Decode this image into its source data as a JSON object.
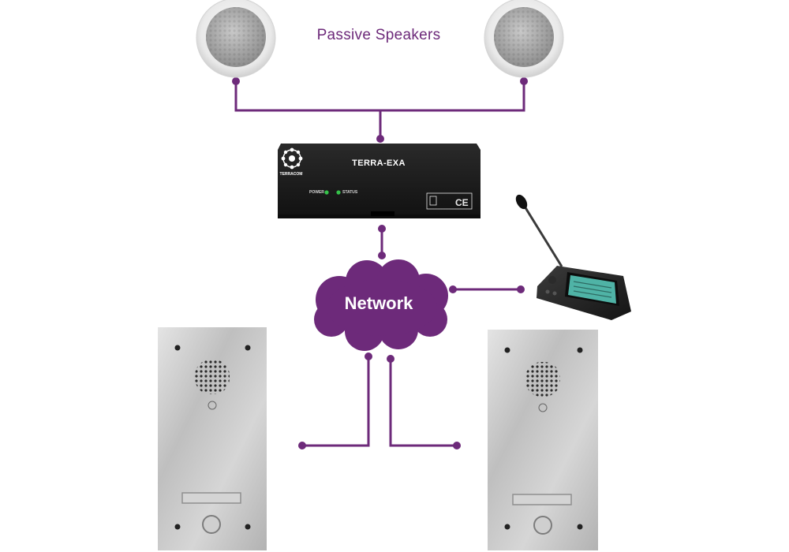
{
  "diagram": {
    "speakers_label": "Passive Speakers",
    "network_label": "Network",
    "device": {
      "model": "TERRA-EXA",
      "brand": "TERRACOM",
      "led_power": "POWER",
      "led_status": "STATUS"
    }
  },
  "colors": {
    "connector": "#6d2a7a",
    "cloud": "#6d2a7a",
    "label": "#6d2a7a"
  }
}
